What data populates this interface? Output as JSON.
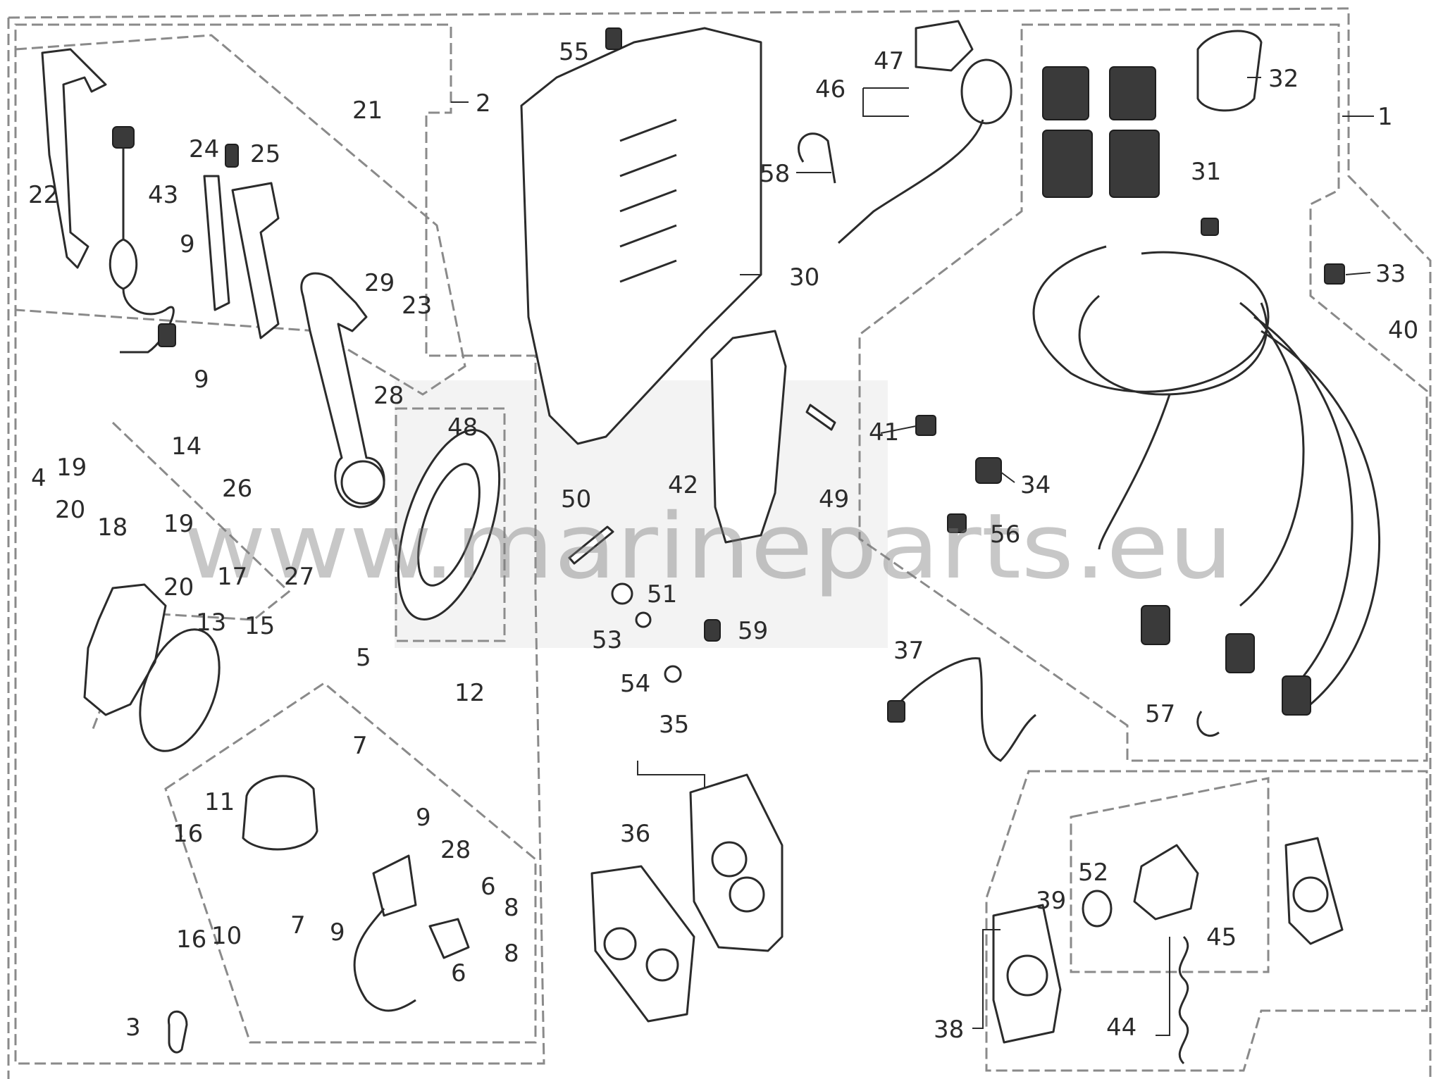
{
  "watermark": "www.marineparts.eu",
  "callouts": [
    {
      "id": "1",
      "text": "1"
    },
    {
      "id": "2",
      "text": "2"
    },
    {
      "id": "3",
      "text": "3"
    },
    {
      "id": "4",
      "text": "4"
    },
    {
      "id": "5",
      "text": "5"
    },
    {
      "id": "6a",
      "text": "6"
    },
    {
      "id": "6b",
      "text": "6"
    },
    {
      "id": "7a",
      "text": "7"
    },
    {
      "id": "7b",
      "text": "7"
    },
    {
      "id": "8a",
      "text": "8"
    },
    {
      "id": "8b",
      "text": "8"
    },
    {
      "id": "9a",
      "text": "9"
    },
    {
      "id": "9b",
      "text": "9"
    },
    {
      "id": "9c",
      "text": "9"
    },
    {
      "id": "9d",
      "text": "9"
    },
    {
      "id": "10",
      "text": "10"
    },
    {
      "id": "11",
      "text": "11"
    },
    {
      "id": "12",
      "text": "12"
    },
    {
      "id": "13",
      "text": "13"
    },
    {
      "id": "14",
      "text": "14"
    },
    {
      "id": "15",
      "text": "15"
    },
    {
      "id": "16a",
      "text": "16"
    },
    {
      "id": "16b",
      "text": "16"
    },
    {
      "id": "17",
      "text": "17"
    },
    {
      "id": "18",
      "text": "18"
    },
    {
      "id": "19a",
      "text": "19"
    },
    {
      "id": "19b",
      "text": "19"
    },
    {
      "id": "20a",
      "text": "20"
    },
    {
      "id": "20b",
      "text": "20"
    },
    {
      "id": "21",
      "text": "21"
    },
    {
      "id": "22",
      "text": "22"
    },
    {
      "id": "23",
      "text": "23"
    },
    {
      "id": "24",
      "text": "24"
    },
    {
      "id": "25",
      "text": "25"
    },
    {
      "id": "26",
      "text": "26"
    },
    {
      "id": "27",
      "text": "27"
    },
    {
      "id": "28a",
      "text": "28"
    },
    {
      "id": "28b",
      "text": "28"
    },
    {
      "id": "29",
      "text": "29"
    },
    {
      "id": "30",
      "text": "30"
    },
    {
      "id": "31",
      "text": "31"
    },
    {
      "id": "32",
      "text": "32"
    },
    {
      "id": "33",
      "text": "33"
    },
    {
      "id": "34",
      "text": "34"
    },
    {
      "id": "35",
      "text": "35"
    },
    {
      "id": "36",
      "text": "36"
    },
    {
      "id": "37",
      "text": "37"
    },
    {
      "id": "38",
      "text": "38"
    },
    {
      "id": "39",
      "text": "39"
    },
    {
      "id": "40",
      "text": "40"
    },
    {
      "id": "41",
      "text": "41"
    },
    {
      "id": "42",
      "text": "42"
    },
    {
      "id": "43",
      "text": "43"
    },
    {
      "id": "44",
      "text": "44"
    },
    {
      "id": "45",
      "text": "45"
    },
    {
      "id": "46",
      "text": "46"
    },
    {
      "id": "47",
      "text": "47"
    },
    {
      "id": "48",
      "text": "48"
    },
    {
      "id": "49",
      "text": "49"
    },
    {
      "id": "50",
      "text": "50"
    },
    {
      "id": "51",
      "text": "51"
    },
    {
      "id": "52",
      "text": "52"
    },
    {
      "id": "53",
      "text": "53"
    },
    {
      "id": "54",
      "text": "54"
    },
    {
      "id": "55",
      "text": "55"
    },
    {
      "id": "56",
      "text": "56"
    },
    {
      "id": "57",
      "text": "57"
    },
    {
      "id": "58",
      "text": "58"
    },
    {
      "id": "59",
      "text": "59"
    }
  ]
}
